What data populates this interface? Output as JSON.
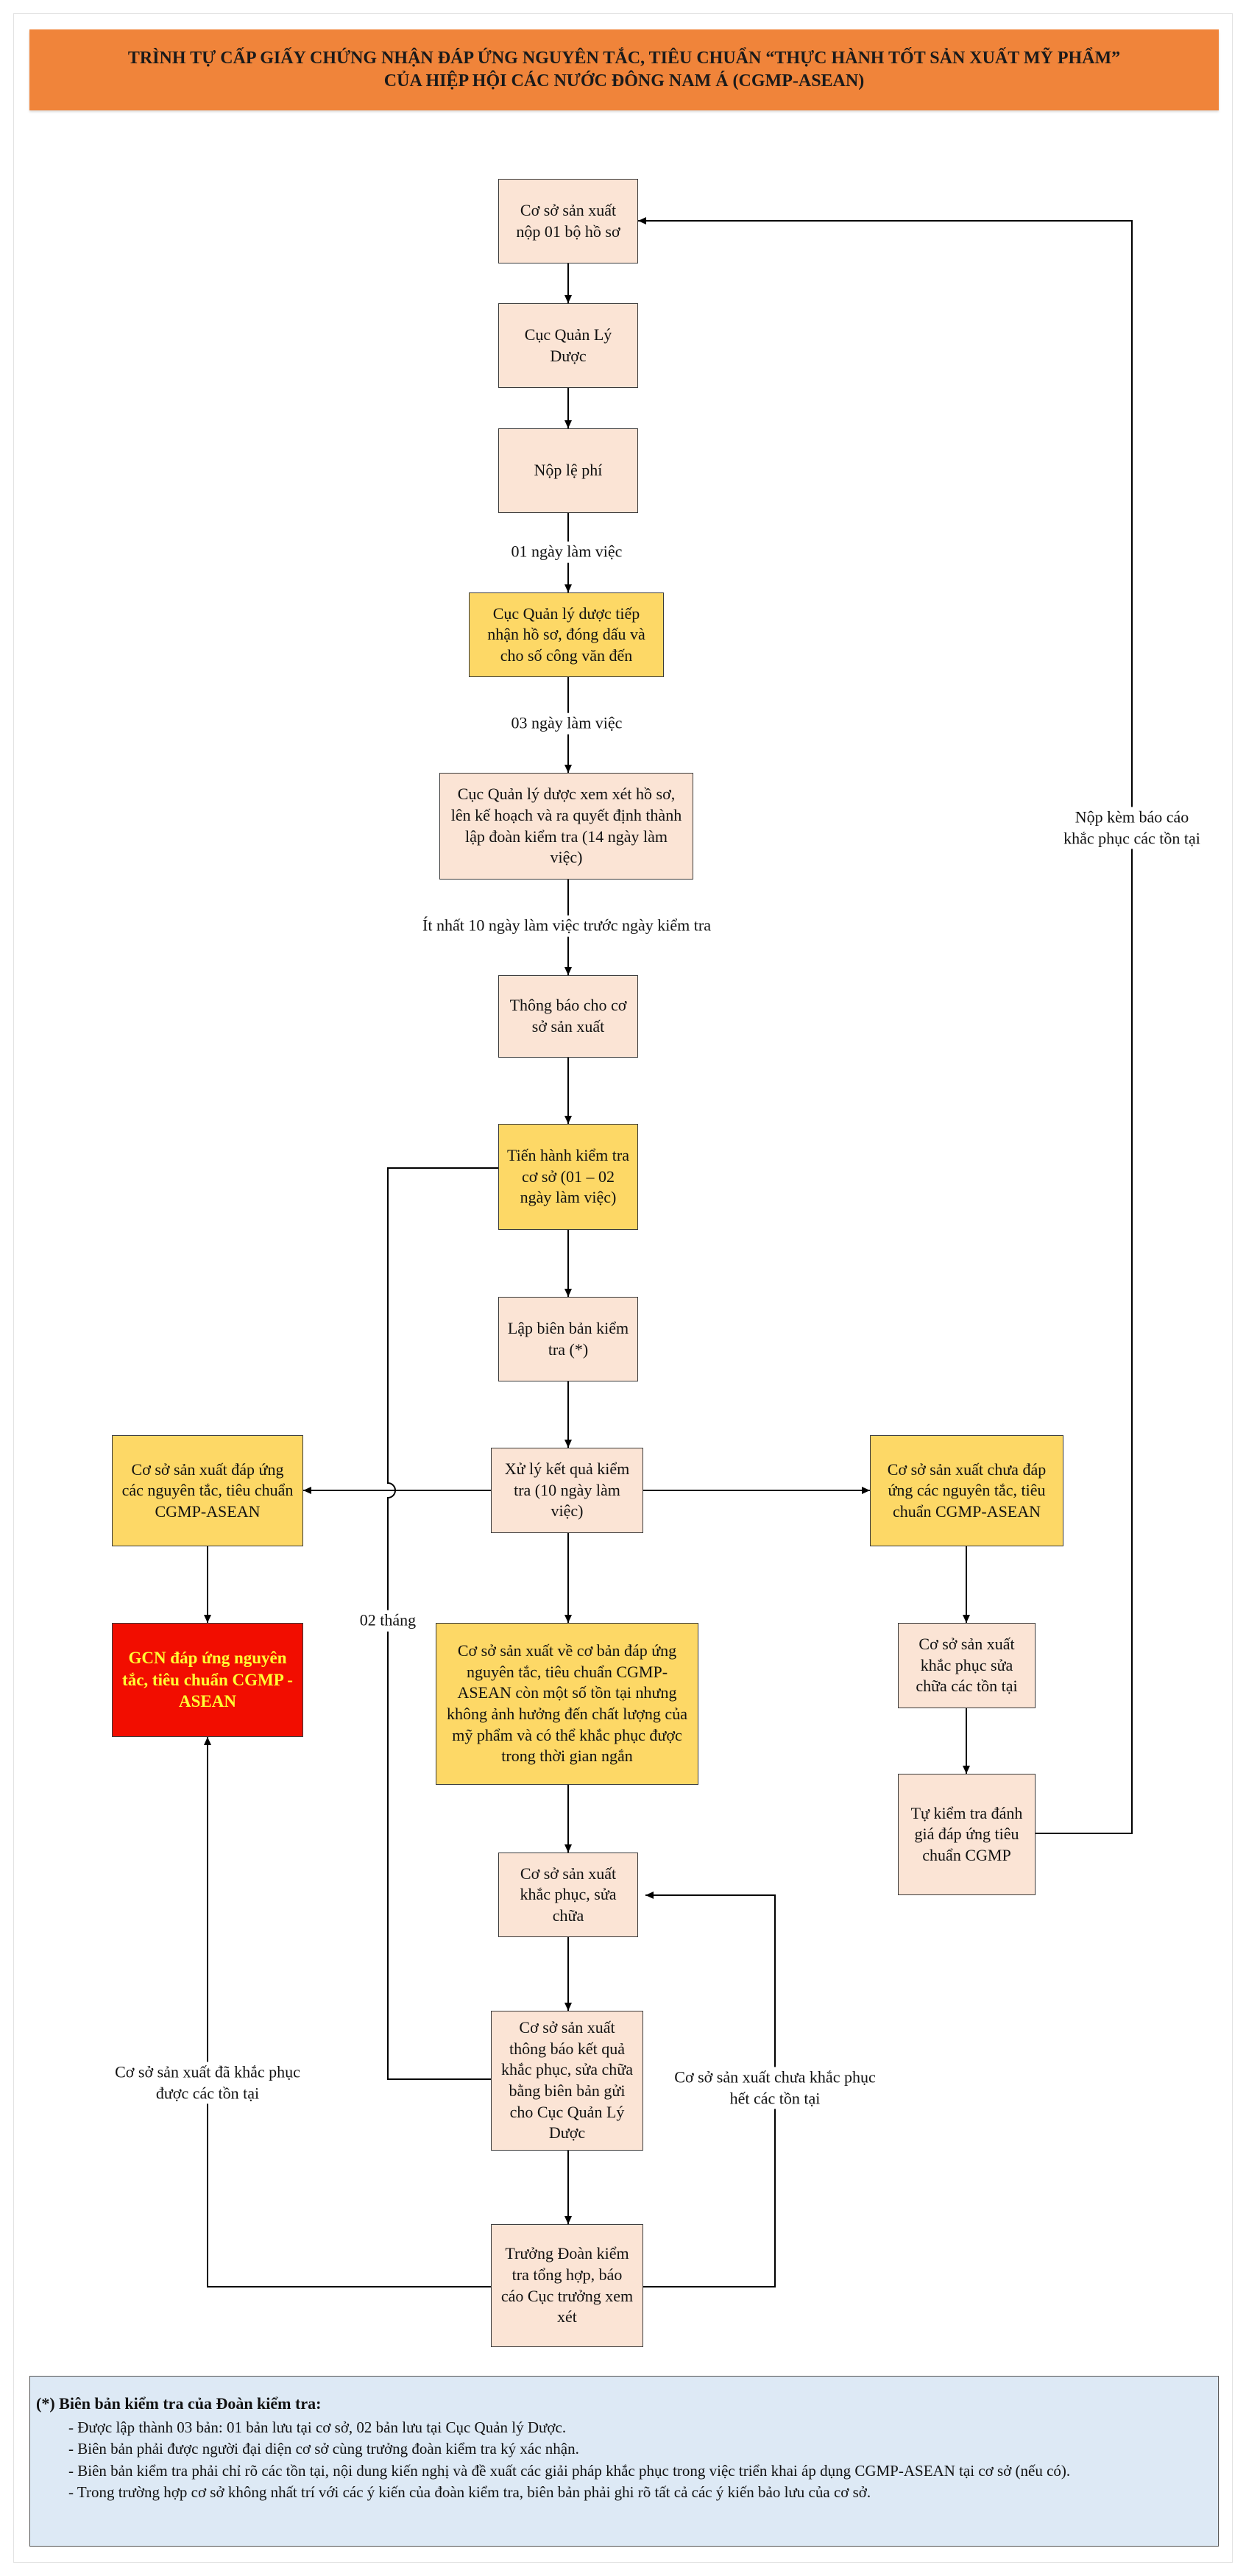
{
  "header": {
    "line1": "TRÌNH TỰ CẤP GIẤY CHỨNG NHẬN ĐÁP ỨNG NGUYÊN TẮC, TIÊU CHUẨN “THỰC HÀNH TỐT SẢN XUẤT MỸ PHẨM”",
    "line2": "CỦA HIỆP HỘI CÁC NƯỚC ĐÔNG NAM Á (CGMP-ASEAN)"
  },
  "colors": {
    "header": "#f0843a",
    "peach": "#fbe4d5",
    "gold": "#fdd866",
    "red": "#f20d00",
    "note": "#dde9f5"
  },
  "nodes": {
    "submit": "Cơ sở sản xuất nộp 01 bộ hồ sơ",
    "dav": "Cục Quản Lý Dược",
    "fee": "Nộp lệ phí",
    "receive": "Cục Quản lý dược tiếp nhận hồ sơ, đóng dấu và cho số công văn đến",
    "review": "Cục Quản lý dược xem xét hồ sơ, lên kế hoạch và ra quyết định thành lập đoàn kiểm tra (14 ngày làm việc)",
    "notify": "Thông báo cho cơ sở sản xuất",
    "inspect": "Tiến hành kiểm tra cơ sở (01 – 02 ngày làm việc)",
    "minutes": "Lập biên bản kiểm tra (*)",
    "process": "Xử lý kết quả kiểm tra (10 ngày làm việc)",
    "meets": "Cơ sở sản xuất đáp ứng các nguyên tắc, tiêu chuẩn CGMP-ASEAN",
    "certificate": "GCN đáp ứng nguyên tắc, tiêu chuẩn CGMP - ASEAN",
    "not_meet": "Cơ sở sản xuất chưa đáp ứng các nguyên tắc, tiêu chuẩn CGMP-ASEAN",
    "fix_right": "Cơ sở sản xuất khắc phục sửa chữa các tồn tại",
    "self_assess": "Tự kiểm tra đánh giá đáp ứng tiêu chuẩn CGMP",
    "basic_meet": "Cơ sở sản xuất về cơ bản đáp ứng nguyên tắc, tiêu chuẩn CGMP-ASEAN còn một số tồn tại nhưng không ảnh hưởng đến chất lượng của mỹ phẩm và có thể khắc phục được trong thời gian ngắn",
    "fix_center": "Cơ sở sản xuất khắc phục, sửa chữa",
    "report_fix": "Cơ sở sản xuất thông báo kết quả khắc phục, sửa chữa bằng biên bản gửi cho Cục Quản Lý Dược",
    "lead_report": "Trưởng Đoàn kiểm tra tổng hợp, báo cáo Cục trưởng xem xét"
  },
  "labels": {
    "day1": "01 ngày làm việc",
    "day3": "03 ngày làm việc",
    "day10": "Ít nhất 10 ngày làm việc trước ngày kiểm tra",
    "resubmit_l1": "Nộp kèm báo cáo",
    "resubmit_l2": "khắc phục các tồn tại",
    "two_months": "02 tháng",
    "fixed_l1": "Cơ sở sản xuất đã khắc phục",
    "fixed_l2": "được các tồn tại",
    "not_fixed_l1": "Cơ sở sản xuất chưa khắc phục",
    "not_fixed_l2": "hết các tồn tại"
  },
  "note": {
    "title": "(*) Biên bản kiểm tra của Đoàn kiểm tra:",
    "items": [
      "Được lập thành 03 bản: 01 bản lưu tại cơ sở, 02 bản lưu tại Cục Quản lý Dược.",
      "Biên bản phải được người đại diện cơ sở cùng trưởng đoàn kiểm tra ký xác nhận.",
      "Biên bản kiểm tra phải chỉ rõ các tồn tại, nội dung kiến nghị và đề xuất các giải pháp khắc phục trong việc triển khai áp dụng CGMP-ASEAN tại cơ sở (nếu có).",
      "Trong trường hợp cơ sở không nhất trí với các ý kiến của đoàn kiểm tra, biên bản phải ghi rõ tất cả các ý kiến bảo lưu của cơ sở."
    ]
  }
}
